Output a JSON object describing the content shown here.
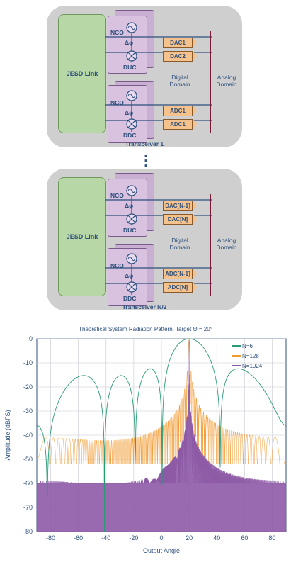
{
  "transceivers": [
    {
      "name": "Transceiver 1",
      "jesd": "JESD Link",
      "nco": "NCO",
      "phase": "Δφ",
      "up_block": "DUC",
      "down_block": "DDC",
      "converters_top": [
        "DAC1",
        "DAC2"
      ],
      "converters_bottom": [
        "ADC1",
        "ADC1"
      ],
      "digital": "Digital\nDomain",
      "analog": "Analog\nDomain"
    },
    {
      "name": "Transceiver N/2",
      "jesd": "JESD Link",
      "nco": "NCO",
      "phase": "Δφ",
      "up_block": "DUC",
      "down_block": "DDC",
      "converters_top": [
        "DAC[N-1]",
        "DAC[N]"
      ],
      "converters_bottom": [
        "ADC[N-1]",
        "ADC[N]"
      ],
      "digital": "Digital\nDomain",
      "analog": "Analog\nDomain"
    }
  ],
  "ellipsis": "⋮",
  "colors": {
    "n6": "#2a9a78",
    "n128": "#f39a2f",
    "n1024": "#8e5aa6",
    "panel": "#cfcfcf",
    "jesd": "#b7d7a6",
    "chip": "#d9c2e0"
  },
  "chart_data": {
    "type": "line",
    "title": "Theoretical System Radiation Pattern, Target Θ = 20°",
    "xlabel": "Output Angle",
    "ylabel": "Amplitude (dBFS)",
    "xlim": [
      -90,
      90
    ],
    "ylim": [
      -80,
      0
    ],
    "xticks": [
      -80,
      -60,
      -40,
      -20,
      0,
      20,
      40,
      60,
      80
    ],
    "yticks": [
      0,
      -10,
      -20,
      -30,
      -40,
      -50,
      -60,
      -70,
      -80
    ],
    "grid": true,
    "legend": "top-right",
    "target_angle": 20,
    "series": [
      {
        "name": "N=6",
        "elements": 6,
        "noise_floor": -80,
        "color": "#2a9a78"
      },
      {
        "name": "N=128",
        "elements": 128,
        "noise_floor": -52,
        "color": "#f39a2f"
      },
      {
        "name": "N=1024",
        "elements": 1024,
        "noise_floor": -60,
        "color": "#8e5aa6"
      }
    ]
  }
}
